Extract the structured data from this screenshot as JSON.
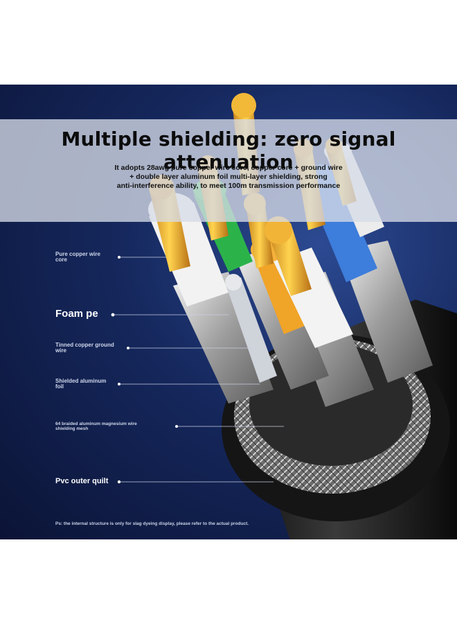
{
  "headline": "Multiple shielding: zero signal attenuation",
  "description": {
    "line1": "It adopts 28awg pure copper wire core, copper core + ground wire",
    "line2": "+ double layer aluminum foil multi-layer shielding, strong",
    "line3": "anti-interference ability, to meet 100m transmission performance"
  },
  "callouts": [
    {
      "line1": "Pure copper wire",
      "line2": "core"
    },
    {
      "line1": "Foam pe",
      "line2": ""
    },
    {
      "line1": "Tinned copper ground",
      "line2": "wire"
    },
    {
      "line1": "Shielded aluminum",
      "line2": "foil"
    },
    {
      "line1": "64 braided aluminum magnesium wire",
      "line2": "shielding mesh"
    },
    {
      "line1": "Pvc outer quilt",
      "line2": ""
    }
  ],
  "footnote": "Ps: the internal structure is only for slag dyeing display, please refer to the actual product.",
  "colors": {
    "background": "#15275c",
    "copper": "#e8a62a",
    "insulation_white": "#f2f2f2",
    "insulation_green": "#2bb34a",
    "insulation_blue": "#3d7ddb",
    "insulation_orange": "#f0a428",
    "jacket": "#1c1c1c",
    "braid": "#9a9a9a"
  }
}
